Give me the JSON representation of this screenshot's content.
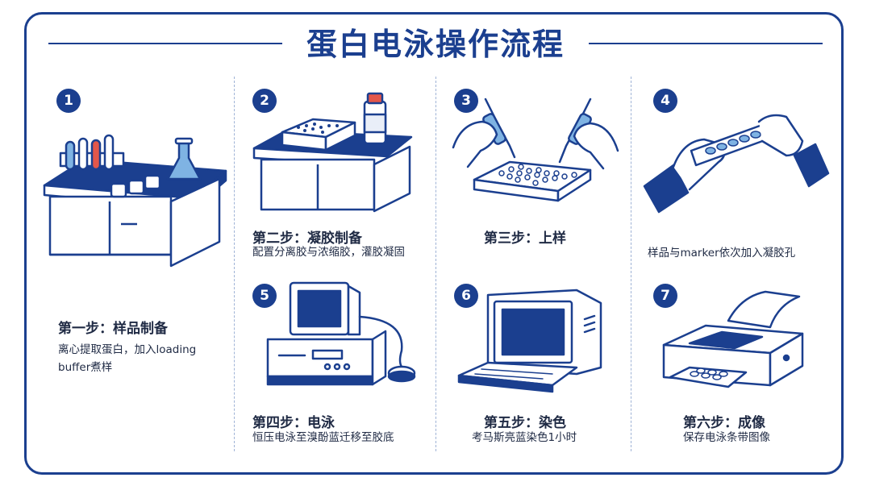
{
  "title": "蛋白电泳操作流程",
  "steps": [
    {
      "number": "1",
      "title": "第一步：样品制备",
      "desc": "离心提取蛋白，加入loading buffer煮样"
    },
    {
      "number": "2",
      "title": "第二步：凝胶制备",
      "desc": "配置分离胶与浓缩胶，灌胶凝固"
    },
    {
      "number": "3",
      "title": "第三步：上样",
      "desc": ""
    },
    {
      "number": "4",
      "title": "",
      "desc": "样品与marker依次加入凝胶孔"
    },
    {
      "number": "5",
      "title": "第四步：电泳",
      "desc": "恒压电泳至溴酚蓝迁移至胶底"
    },
    {
      "number": "6",
      "title": "第五步：染色",
      "desc": "考马斯亮蓝染色1小时"
    },
    {
      "number": "7",
      "title": "第六步：成像",
      "desc": "保存电泳条带图像"
    }
  ],
  "colors": {
    "primary": "#1b3f8f",
    "light": "#7fb3e3",
    "accent": "#e3574a"
  }
}
